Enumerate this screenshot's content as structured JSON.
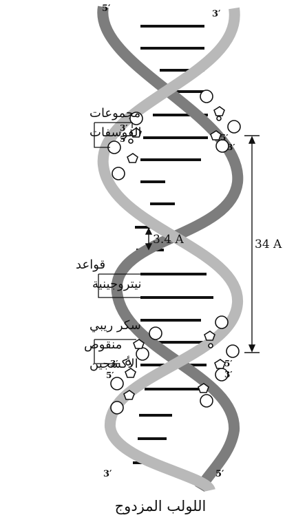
{
  "colors": {
    "strand_front": "#b9b9b9",
    "strand_back": "#7d7d7d",
    "base_pair": "#111111",
    "line": "#111111"
  },
  "ends": {
    "top_left": "5′",
    "top_right": "3′",
    "bottom_left": "3′",
    "bottom_right": "5′",
    "upper_left_3": "3′",
    "upper_left_5": "5′",
    "upper_right_5": "5′",
    "upper_right_3": "3′",
    "lower_left_3": "3′",
    "lower_left_5": "5′",
    "lower_right_5": "5′",
    "lower_right_3": "3′"
  },
  "labels": {
    "phosphate_line1": "مجموعات",
    "phosphate_line2": "الفوسفات",
    "bases_line1": "قواعد",
    "bases_line2": "نيتروجينية",
    "sugar_line1": "سكر ريبي",
    "sugar_line2": "منقوص",
    "sugar_line3": "الأكسجين",
    "title": "اللولب المزدوج"
  },
  "measurements": {
    "rise": "3.4 A",
    "pitch": "34 A"
  }
}
